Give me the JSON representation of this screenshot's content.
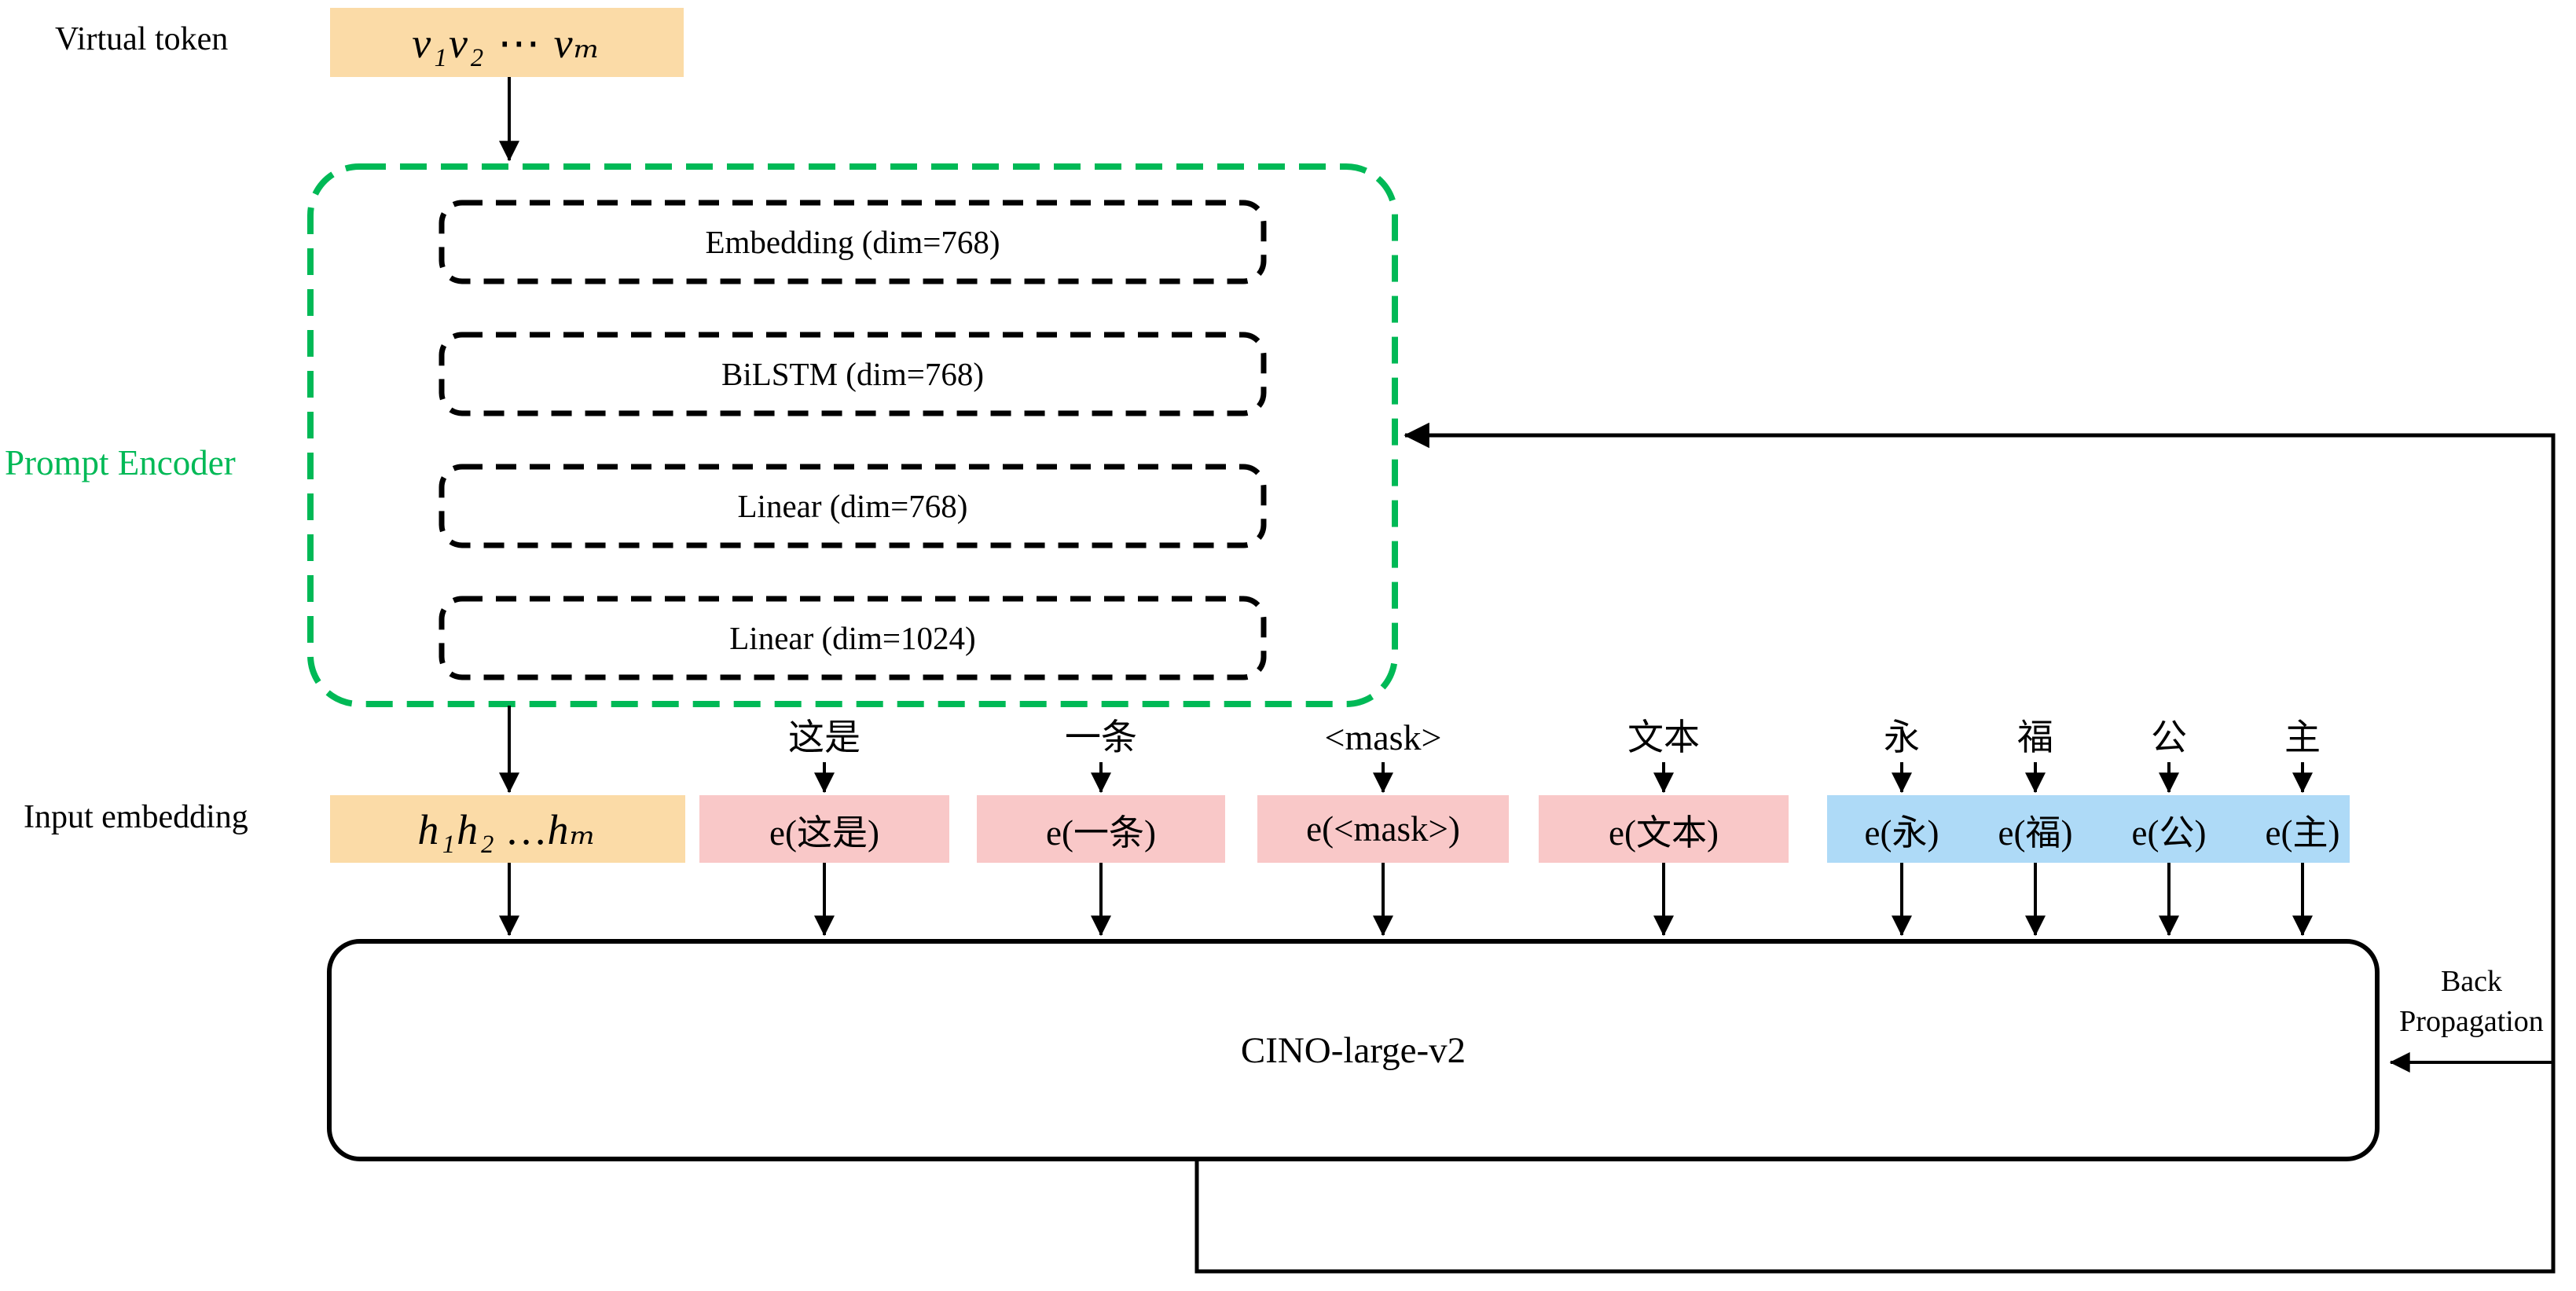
{
  "colors": {
    "green": "#00b956",
    "orange": "#fbdba7",
    "pink": "#f9c8c8",
    "blue": "#aedaf7",
    "line": "#000000"
  },
  "labels": {
    "virtual_token": "Virtual token",
    "input_embedding": "Input embedding",
    "back_propagation": "Back Propagation"
  },
  "virtual_tokens": {
    "text": "v₁v₂ ⋯ vₘ"
  },
  "hidden_embeddings": {
    "text": "h₁h₂ …hₘ"
  },
  "prompt_encoder": {
    "title": "Prompt Encoder",
    "layers": [
      {
        "label": "Embedding (dim=768)"
      },
      {
        "label": "BiLSTM (dim=768)"
      },
      {
        "label": "Linear (dim=768)"
      },
      {
        "label": "Linear (dim=1024)"
      }
    ]
  },
  "prompt_tokens": [
    {
      "token": "这是",
      "embedding": "e(这是)"
    },
    {
      "token": "一条",
      "embedding": "e(一条)"
    },
    {
      "token": "<mask>",
      "embedding": "e(<mask>)"
    },
    {
      "token": "文本",
      "embedding": "e(文本)"
    }
  ],
  "label_tokens": [
    {
      "token": "永",
      "embedding": "e(永)"
    },
    {
      "token": "福",
      "embedding": "e(福)"
    },
    {
      "token": "公",
      "embedding": "e(公)"
    },
    {
      "token": "主",
      "embedding": "e(主)"
    }
  ],
  "model": {
    "name": "CINO-large-v2"
  }
}
